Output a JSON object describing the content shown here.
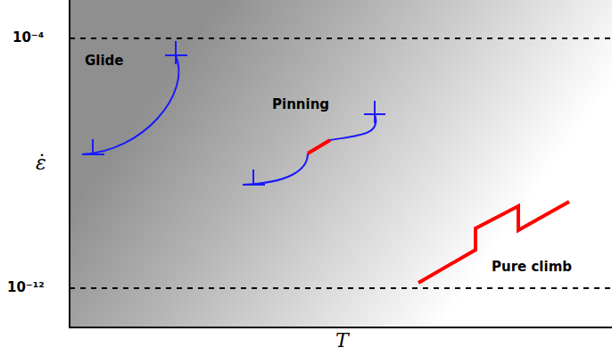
{
  "diagram": {
    "labels": [
      "10⁻⁴",
      "10⁻¹²",
      "ε̇",
      "T",
      "Glide",
      "Pinning",
      "Pure climb"
    ]
  }
}
